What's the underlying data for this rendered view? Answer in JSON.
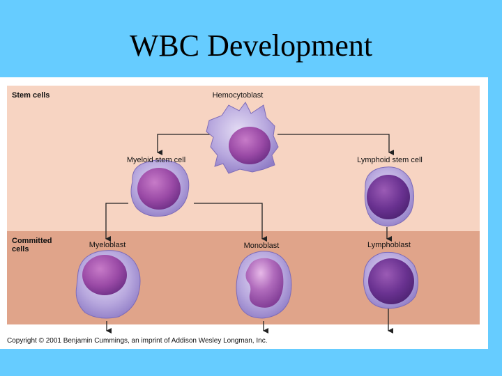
{
  "slide": {
    "title": "WBC Development"
  },
  "figure": {
    "zones": {
      "stem": "Stem cells",
      "committed_line1": "Committed",
      "committed_line2": "cells"
    },
    "cells": {
      "hemocytoblast": "Hemocytoblast",
      "myeloid_stem": "Myeloid stem cell",
      "lymphoid_stem": "Lymphoid stem cell",
      "myeloblast": "Myeloblast",
      "monoblast": "Monoblast",
      "lymphoblast": "Lymphoblast"
    },
    "copyright": "Copyright © 2001 Benjamin Cummings, an imprint of Addison Wesley Longman, Inc."
  },
  "colors": {
    "slide_background": "#66ccff",
    "stem_zone": "#f7d4c2",
    "committed_zone": "#e0a48a",
    "cytoplasm": "#b7a6dc",
    "nucleus": "#8d3f9e",
    "arrow": "#222222"
  }
}
